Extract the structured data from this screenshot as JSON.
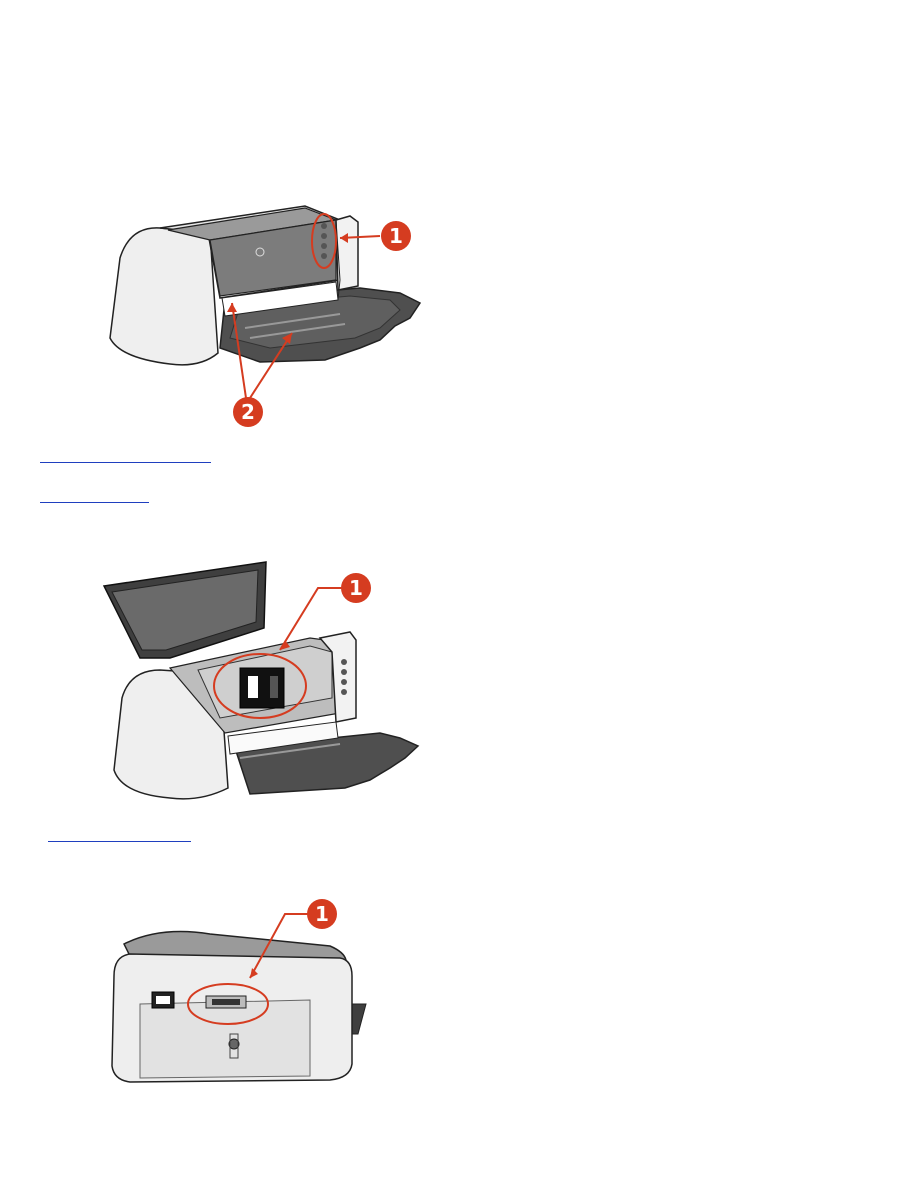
{
  "callouts": {
    "front_panel": "1",
    "front_trays": "2",
    "interior_cartridges": "1",
    "rear_port": "1"
  },
  "links": {
    "link1": "",
    "link2": "",
    "link3": ""
  },
  "colors": {
    "callout_red": "#d53c20",
    "link_blue": "#1f3fbf",
    "printer_body": "#eeeeee",
    "printer_top": "#8a8a8a",
    "tray": "#4f4f4f"
  },
  "icons": {
    "front_panel": "printer-front-icon",
    "interior": "printer-open-icon",
    "rear": "printer-rear-icon"
  }
}
